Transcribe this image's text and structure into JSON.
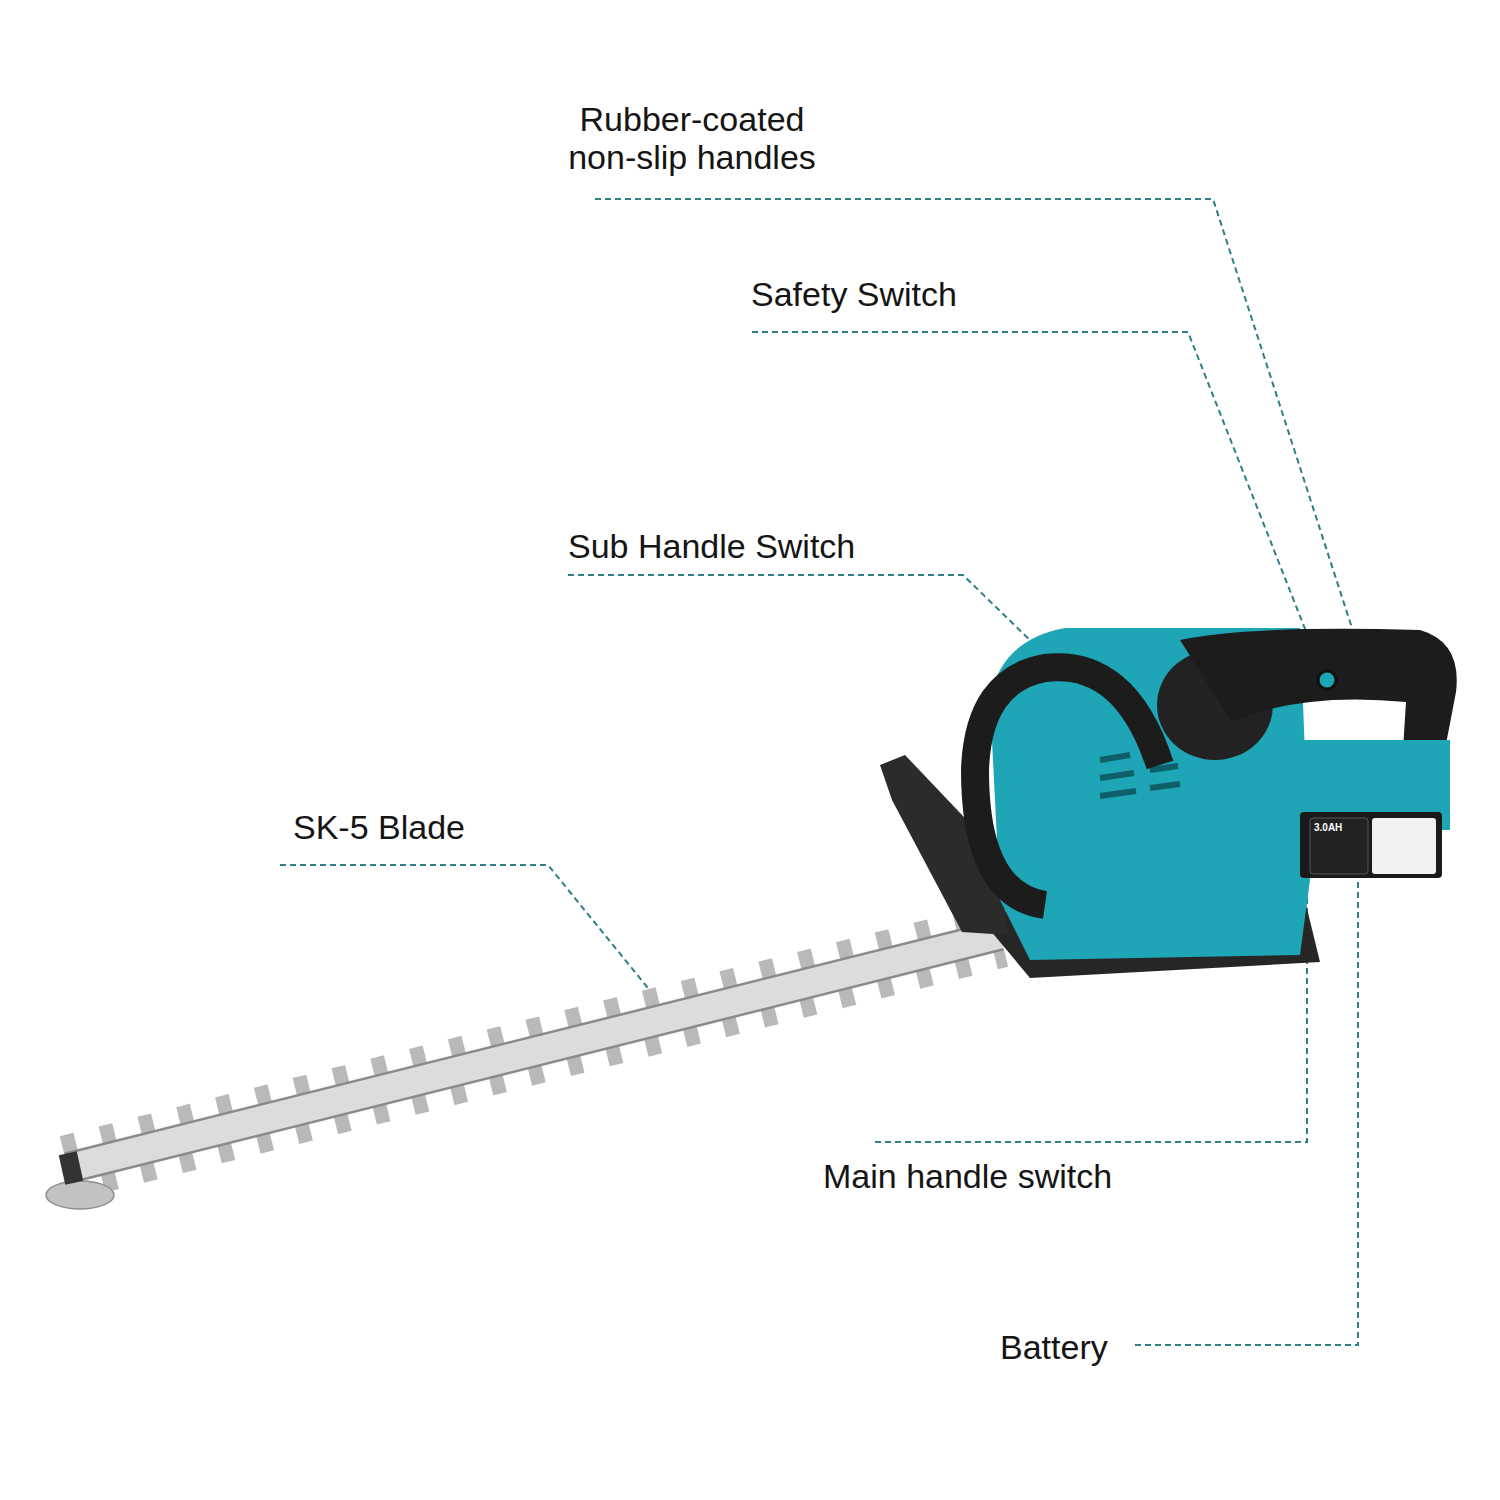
{
  "diagram": {
    "labels": [
      "Rubber-coated non-slip handles",
      "Safety Switch",
      "Sub Handle Switch",
      "SK-5 Blade",
      "Main handle switch",
      "Battery",
      "3.0AH"
    ]
  }
}
